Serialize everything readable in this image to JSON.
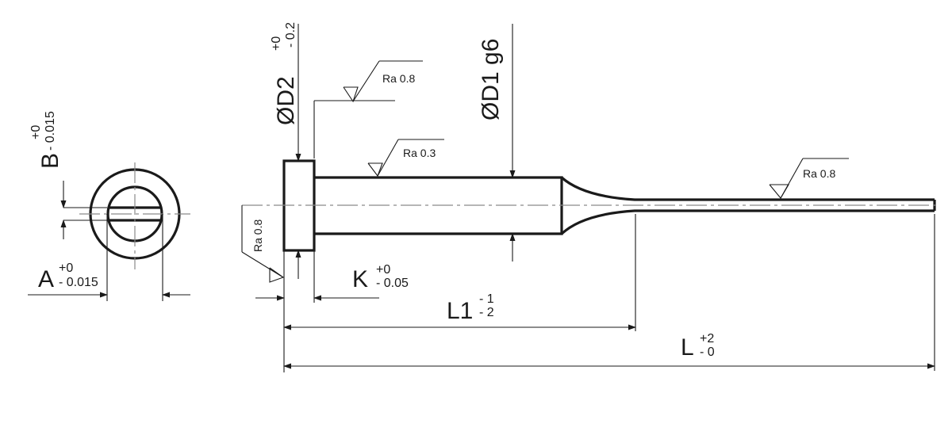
{
  "dimensions": {
    "B": {
      "label": "B",
      "upper": "+0",
      "lower": "- 0.015"
    },
    "A": {
      "label": "A",
      "upper": "+0",
      "lower": "- 0.015"
    },
    "D2": {
      "label": "ØD2",
      "upper": "+0",
      "lower": "- 0.2"
    },
    "D1": {
      "label": "ØD1 g6"
    },
    "K": {
      "label": "K",
      "upper": "+0",
      "lower": "- 0.05"
    },
    "L1": {
      "label": "L1",
      "upper": "- 1",
      "lower": "- 2"
    },
    "L": {
      "label": "L",
      "upper": "+2",
      "lower": "- 0"
    }
  },
  "roughness": {
    "head_face": "Ra 0.8",
    "head_top": "Ra 0.8",
    "shank": "Ra 0.3",
    "pin": "Ra 0.8"
  },
  "colors": {
    "line": "#1a1a1a",
    "centerline": "#8a8a8a",
    "background": "#ffffff"
  }
}
